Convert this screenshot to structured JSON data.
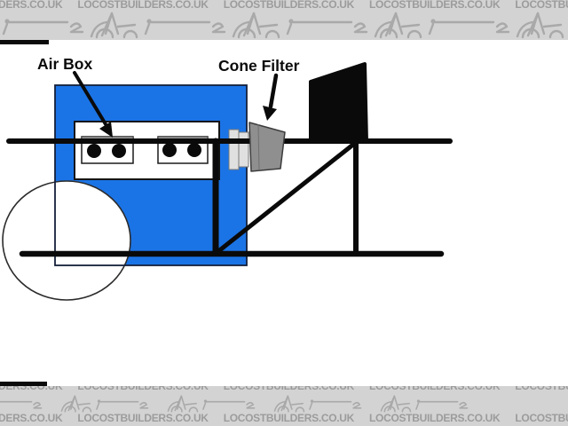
{
  "watermark": {
    "text": "LOCOSTBUILDERS.CO.UK",
    "text_repeat": 6,
    "cars_per_row": 5
  },
  "diagram": {
    "airbox_label": "Air Box",
    "cone_filter_label": "Cone Filter"
  },
  "colors": {
    "canvas": "#ffffff",
    "band_bg": "#d3d3d3",
    "band_text": "#9c9c9c",
    "car_art": "#a9a9a9",
    "blue": "#1b74e6",
    "cone_gray": "#8f8f8f",
    "clamp_gray": "#e0e0e0",
    "ink": "#0a0a0a"
  }
}
